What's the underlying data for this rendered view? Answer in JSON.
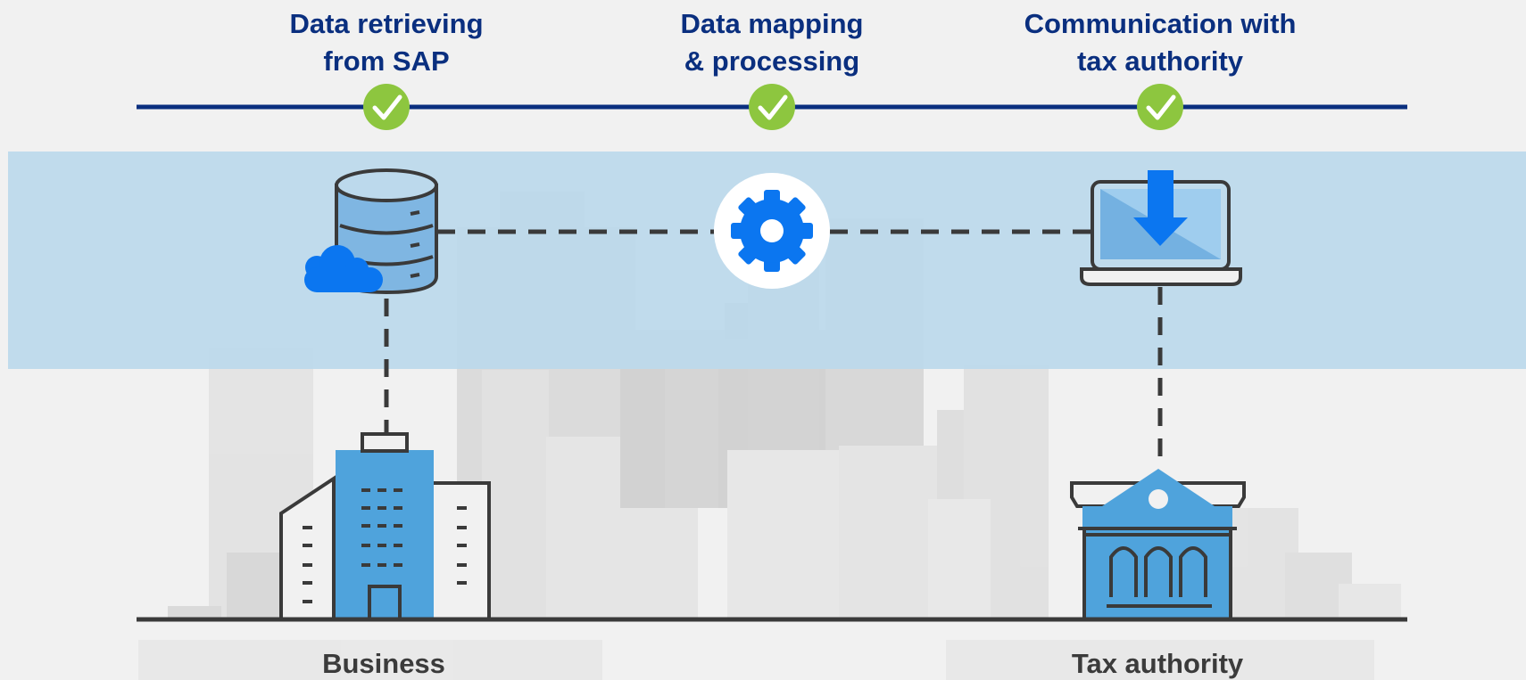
{
  "steps": [
    {
      "line1": "Data retrieving",
      "line2": "from SAP"
    },
    {
      "line1": "Data mapping",
      "line2": "& processing"
    },
    {
      "line1": "Communication with",
      "line2": "tax authority"
    }
  ],
  "bottom": {
    "left": "Business",
    "right": "Tax authority"
  },
  "icons": {
    "step_status": "check-circle-icon",
    "database": "database-icon",
    "cloud": "cloud-icon",
    "gear": "gear-icon",
    "laptop": "laptop-download-icon",
    "office_building": "office-building-icon",
    "tax_building": "government-building-icon"
  },
  "colors": {
    "title_blue": "#0a2f7f",
    "check_green": "#8dc63f",
    "band_blue": "#bcd9ec",
    "accent_blue": "#0b76f0",
    "building_blue": "#4fa3dc",
    "outline": "#3a3a3a",
    "label_gray": "#3b3b3b"
  }
}
